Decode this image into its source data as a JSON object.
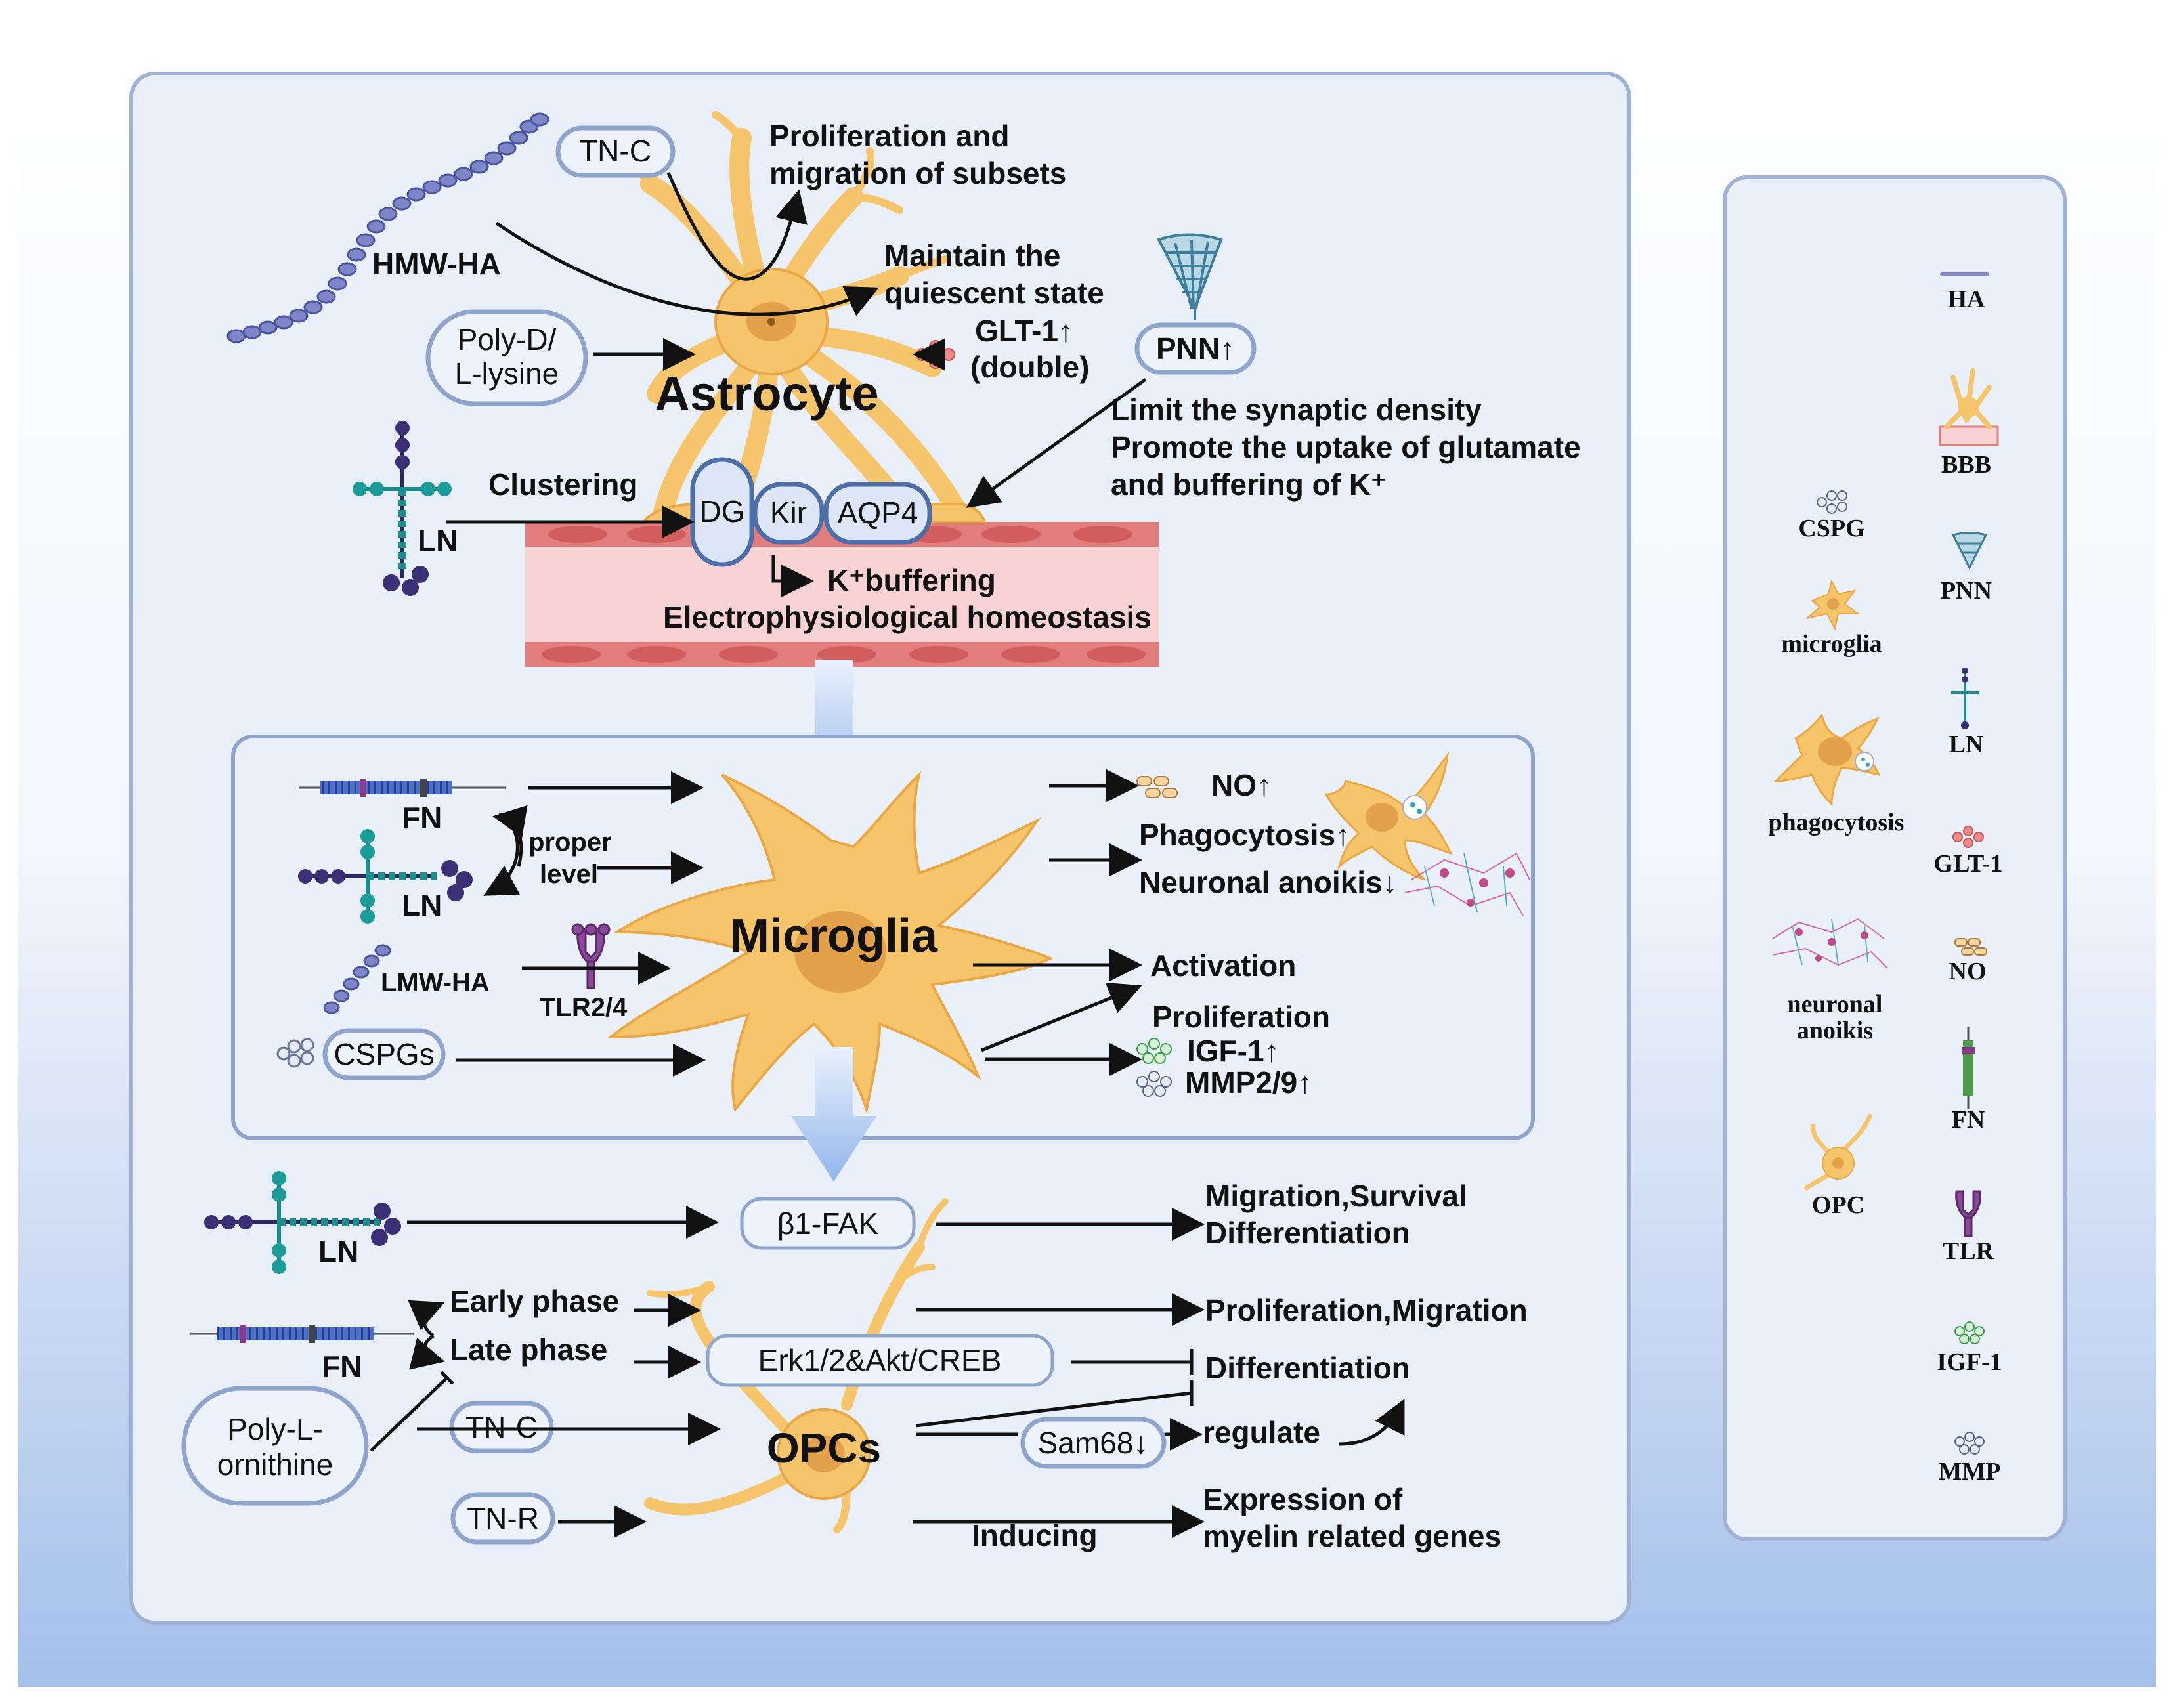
{
  "astrocyte_panel": {
    "cell_label": "Astrocyte",
    "tnc": "TN-C",
    "hmw_ha": "HMW-HA",
    "poly_dl_1": "Poly-D/",
    "poly_dl_2": "L-lysine",
    "ln": "LN",
    "clustering": "Clustering",
    "dg": "DG",
    "kir": "Kir",
    "aqp4": "AQP4",
    "prolif_1": "Proliferation and",
    "prolif_2": "migration of subsets",
    "quiescent_1": "Maintain the",
    "quiescent_2": "quiescent state",
    "glt1": "GLT-1↑",
    "double": "(double)",
    "pnn": "PNN↑",
    "limit_1": "Limit the synaptic density",
    "limit_2": "Promote the uptake of glutamate",
    "limit_3": "and buffering of K⁺",
    "k_buffering": "K⁺buffering",
    "electro": "Electrophysiological homeostasis"
  },
  "microglia_panel": {
    "cell_label": "Microglia",
    "fn": "FN",
    "ln": "LN",
    "proper_1": "proper",
    "proper_2": "level",
    "lmw_ha": "LMW-HA",
    "tlr": "TLR2/4",
    "cspgs": "CSPGs",
    "no": "NO↑",
    "phago": "Phagocytosis↑",
    "anoikis": "Neuronal anoikis↓",
    "activation": "Activation",
    "proliferation": "Proliferation",
    "igf": "IGF-1↑",
    "mmp": "MMP2/9↑"
  },
  "opc_panel": {
    "cell_label": "OPCs",
    "ln": "LN",
    "b1fak": "β1-FAK",
    "migration_1": "Migration,Survival",
    "migration_2": "Differentiation",
    "fn": "FN",
    "early": "Early phase",
    "late": "Late phase",
    "prolif_mig": "Proliferation,Migration",
    "erk": "Erk1/2&Akt/CREB",
    "differentiation": "Differentiation",
    "poly_l_1": "Poly-L-",
    "poly_l_2": "ornithine",
    "tnc": "TN-C",
    "sam68": "Sam68↓",
    "regulate": "regulate",
    "tnr": "TN-R",
    "inducing": "Inducing",
    "expression_1": "Expression of",
    "expression_2": "myelin related genes"
  },
  "legend": {
    "ha": "HA",
    "bbb": "BBB",
    "cspg": "CSPG",
    "pnn": "PNN",
    "microglia": "microglia",
    "ln": "LN",
    "phagocytosis": "phagocytosis",
    "glt1": "GLT-1",
    "anoikis_1": "neuronal",
    "anoikis_2": "anoikis",
    "no": "NO",
    "fn": "FN",
    "opc": "OPC",
    "tlr": "TLR",
    "igf": "IGF-1",
    "mmp": "MMP"
  },
  "colors": {
    "cell": "#f6c46a",
    "cell_edge": "#e9a845",
    "panel_bg": "#eaf0fa",
    "panel_edge": "#8ea4cc",
    "vessel": "#f7c9c9",
    "arrow": "#111111"
  }
}
